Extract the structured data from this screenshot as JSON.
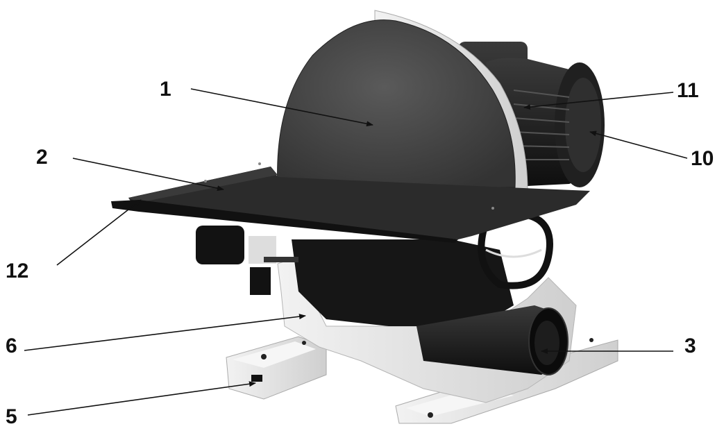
{
  "figure": {
    "callouts": [
      {
        "id": "c1",
        "label": "1"
      },
      {
        "id": "c2",
        "label": "2"
      },
      {
        "id": "c3",
        "label": "3"
      },
      {
        "id": "c5",
        "label": "5"
      },
      {
        "id": "c6",
        "label": "6"
      },
      {
        "id": "c10",
        "label": "10"
      },
      {
        "id": "c11",
        "label": "11"
      },
      {
        "id": "c12",
        "label": "12"
      }
    ]
  },
  "colors": {
    "disc": "#4a4a4a",
    "casting": "#e4e4e4",
    "dark_metal": "#1c1c1c",
    "table": "#2a2a2a"
  }
}
